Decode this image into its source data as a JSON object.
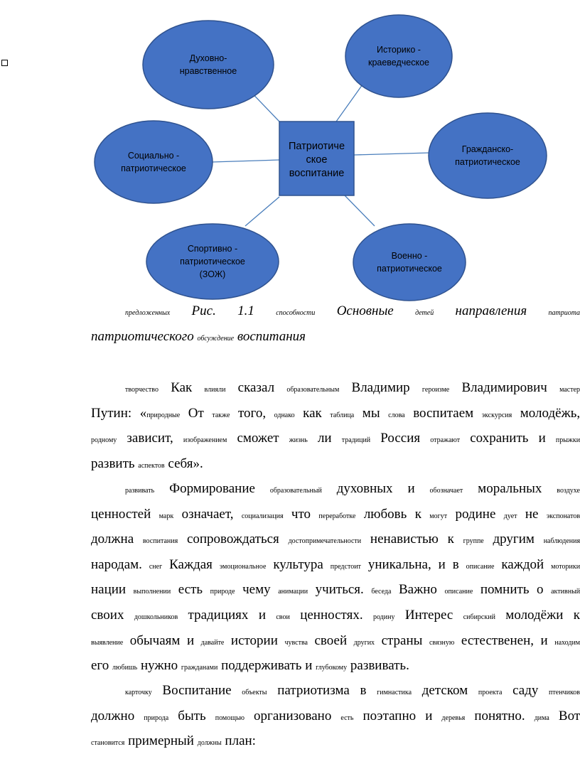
{
  "diagram": {
    "center": "Патриотическое воспитание",
    "center_lines": [
      "Патриотиче",
      "ское",
      "воспитание"
    ],
    "nodes": [
      {
        "id": "spiritual",
        "lines": [
          "Духовно-",
          "нравственное"
        ]
      },
      {
        "id": "historical",
        "lines": [
          "Историко -",
          "краеведческое"
        ]
      },
      {
        "id": "civil",
        "lines": [
          "Гражданско-",
          "патриотическое"
        ]
      },
      {
        "id": "social",
        "lines": [
          "Социально -",
          "патриотическое"
        ]
      },
      {
        "id": "sport",
        "lines": [
          "Спортивно -",
          "патриотическое",
          "(ЗОЖ)"
        ]
      },
      {
        "id": "military",
        "lines": [
          "Военно -",
          "патриотическое"
        ]
      }
    ],
    "colors": {
      "fill": "#4472c4",
      "stroke": "#2f528f",
      "connector": "#4a7ebb"
    }
  },
  "caption": {
    "line1": [
      {
        "t": "предложенных",
        "s": 1
      },
      {
        "t": "Рис. 1.1"
      },
      {
        "t": "способности",
        "s": 1
      },
      {
        "t": "Основные"
      },
      {
        "t": "детей",
        "s": 1
      },
      {
        "t": "направления"
      },
      {
        "t": "патриота",
        "s": 1
      }
    ],
    "line2": [
      {
        "t": "патриотического"
      },
      {
        "t": "обсуждение",
        "s": 1
      },
      {
        "t": "воспитания"
      }
    ]
  },
  "paragraphs": [
    [
      [
        {
          "t": "творчество",
          "s": 1
        },
        {
          "t": "Как"
        },
        {
          "t": "влияли",
          "s": 1
        },
        {
          "t": "сказал"
        },
        {
          "t": "образовательным",
          "s": 1
        },
        {
          "t": "Владимир"
        },
        {
          "t": "героизме",
          "s": 1
        },
        {
          "t": "Владимирович"
        },
        {
          "t": "мастер",
          "s": 1
        }
      ],
      [
        {
          "t": "Путин: «"
        },
        {
          "t": "природные",
          "s": 1
        },
        {
          "t": "От"
        },
        {
          "t": "также",
          "s": 1
        },
        {
          "t": "того,"
        },
        {
          "t": "однако",
          "s": 1
        },
        {
          "t": "как"
        },
        {
          "t": "таблица",
          "s": 1
        },
        {
          "t": "мы"
        },
        {
          "t": "слова",
          "s": 1
        },
        {
          "t": "воспитаем"
        },
        {
          "t": "экскурсия",
          "s": 1
        },
        {
          "t": "молодёжь,"
        }
      ],
      [
        {
          "t": "родному",
          "s": 1
        },
        {
          "t": "зависит,"
        },
        {
          "t": "изображением",
          "s": 1
        },
        {
          "t": "сможет"
        },
        {
          "t": "жизнь",
          "s": 1
        },
        {
          "t": "ли"
        },
        {
          "t": "традиций",
          "s": 1
        },
        {
          "t": "Россия"
        },
        {
          "t": "отражают",
          "s": 1
        },
        {
          "t": "сохранить"
        },
        {
          "t": "и"
        },
        {
          "t": "прыжки",
          "s": 1
        }
      ],
      [
        {
          "t": "развить"
        },
        {
          "t": "аспектов",
          "s": 1
        },
        {
          "t": "себя»."
        }
      ]
    ],
    [
      [
        {
          "t": "развивать",
          "s": 1
        },
        {
          "t": "Формирование"
        },
        {
          "t": "образовательный",
          "s": 1
        },
        {
          "t": "духовных"
        },
        {
          "t": "и"
        },
        {
          "t": "обозначает",
          "s": 1
        },
        {
          "t": "моральных"
        },
        {
          "t": "воздухе",
          "s": 1
        }
      ],
      [
        {
          "t": "ценностей"
        },
        {
          "t": "марк",
          "s": 1
        },
        {
          "t": "означает,"
        },
        {
          "t": "социализация",
          "s": 1
        },
        {
          "t": "что"
        },
        {
          "t": "переработке",
          "s": 1
        },
        {
          "t": "любовь"
        },
        {
          "t": "к"
        },
        {
          "t": "могут",
          "s": 1
        },
        {
          "t": "родине"
        },
        {
          "t": "дует",
          "s": 1
        },
        {
          "t": "не"
        },
        {
          "t": "экспонатов",
          "s": 1
        }
      ],
      [
        {
          "t": "должна"
        },
        {
          "t": "воспитания",
          "s": 1
        },
        {
          "t": "сопровождаться"
        },
        {
          "t": "достопримечательности",
          "s": 1
        },
        {
          "t": "ненавистью"
        },
        {
          "t": "к"
        },
        {
          "t": "группе",
          "s": 1
        },
        {
          "t": "другим"
        },
        {
          "t": "наблюдения",
          "s": 1
        }
      ],
      [
        {
          "t": "народам."
        },
        {
          "t": "снег",
          "s": 1
        },
        {
          "t": "Каждая"
        },
        {
          "t": "эмоциональное",
          "s": 1
        },
        {
          "t": "культура"
        },
        {
          "t": "предстоит",
          "s": 1
        },
        {
          "t": "уникальна,"
        },
        {
          "t": "и"
        },
        {
          "t": "в"
        },
        {
          "t": "описание",
          "s": 1
        },
        {
          "t": "каждой"
        },
        {
          "t": "моторики",
          "s": 1
        }
      ],
      [
        {
          "t": "нации"
        },
        {
          "t": "выполнении",
          "s": 1
        },
        {
          "t": "есть"
        },
        {
          "t": "природе",
          "s": 1
        },
        {
          "t": "чему"
        },
        {
          "t": "анимации",
          "s": 1
        },
        {
          "t": "учиться."
        },
        {
          "t": "беседа",
          "s": 1
        },
        {
          "t": "Важно"
        },
        {
          "t": "описание",
          "s": 1
        },
        {
          "t": "помнить"
        },
        {
          "t": "о"
        },
        {
          "t": "активный",
          "s": 1
        }
      ],
      [
        {
          "t": "своих"
        },
        {
          "t": "дошкольников",
          "s": 1
        },
        {
          "t": "традициях"
        },
        {
          "t": "и"
        },
        {
          "t": "свои",
          "s": 1
        },
        {
          "t": "ценностях."
        },
        {
          "t": "родину",
          "s": 1
        },
        {
          "t": "Интерес"
        },
        {
          "t": "сибирский",
          "s": 1
        },
        {
          "t": "молодёжи"
        },
        {
          "t": "к"
        }
      ],
      [
        {
          "t": "выявление",
          "s": 1
        },
        {
          "t": "обычаям"
        },
        {
          "t": "и"
        },
        {
          "t": "давайте",
          "s": 1
        },
        {
          "t": "истории"
        },
        {
          "t": "чувства",
          "s": 1
        },
        {
          "t": "своей"
        },
        {
          "t": "других",
          "s": 1
        },
        {
          "t": "страны"
        },
        {
          "t": "связную",
          "s": 1
        },
        {
          "t": "естественен,"
        },
        {
          "t": "и"
        },
        {
          "t": "находим",
          "s": 1
        }
      ],
      [
        {
          "t": "его"
        },
        {
          "t": "любишь",
          "s": 1
        },
        {
          "t": "нужно"
        },
        {
          "t": "гражданами",
          "s": 1
        },
        {
          "t": "поддерживать"
        },
        {
          "t": "и"
        },
        {
          "t": "глубокому",
          "s": 1
        },
        {
          "t": "развивать."
        }
      ]
    ],
    [
      [
        {
          "t": "карточку",
          "s": 1
        },
        {
          "t": "Воспитание"
        },
        {
          "t": "объекты",
          "s": 1
        },
        {
          "t": "патриотизма"
        },
        {
          "t": "в"
        },
        {
          "t": "гимнастика",
          "s": 1
        },
        {
          "t": "детском"
        },
        {
          "t": "проекта",
          "s": 1
        },
        {
          "t": "саду"
        },
        {
          "t": "птенчиков",
          "s": 1
        }
      ],
      [
        {
          "t": "должно"
        },
        {
          "t": "природа",
          "s": 1
        },
        {
          "t": "быть"
        },
        {
          "t": "помощью",
          "s": 1
        },
        {
          "t": "организовано"
        },
        {
          "t": "есть",
          "s": 1
        },
        {
          "t": "поэтапно"
        },
        {
          "t": "и"
        },
        {
          "t": "деревья",
          "s": 1
        },
        {
          "t": "понятно."
        },
        {
          "t": "дима",
          "s": 1
        },
        {
          "t": "Вот"
        }
      ],
      [
        {
          "t": "становится",
          "s": 1
        },
        {
          "t": "примерный"
        },
        {
          "t": "должны",
          "s": 1
        },
        {
          "t": "план:"
        }
      ]
    ]
  ]
}
